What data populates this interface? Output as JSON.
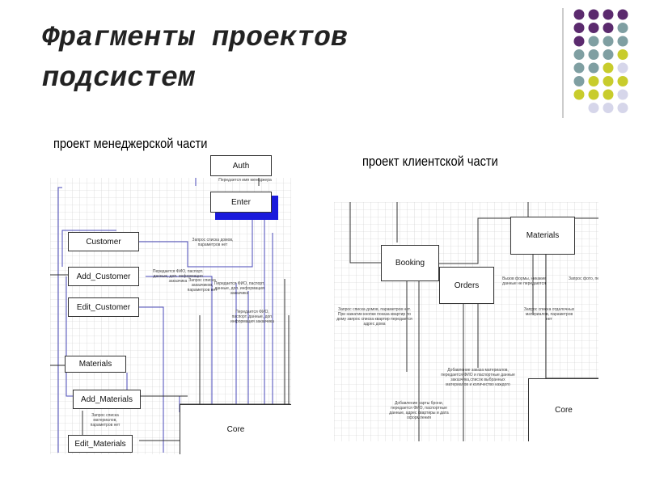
{
  "slide": {
    "title_line1": "Фрагменты проектов",
    "title_line2": "подсистем"
  },
  "colors": {
    "purple": "#5b2a6e",
    "teal": "#7f9fa2",
    "lime": "#c8cc2c",
    "lavender": "#d6d6ea",
    "accent_blue": "#1a1adc",
    "line_blue": "#4a4ab8"
  },
  "left_project": {
    "heading": "проект менеджерской части",
    "boxes": {
      "auth": "Auth",
      "enter": "Enter",
      "customer": "Customer",
      "add_customer": "Add_Customer",
      "edit_customer": "Edit_Customer",
      "materials": "Materials",
      "add_materials": "Add_Materials",
      "edit_materials": "Edit_Materials",
      "core": "Core"
    },
    "notes": {
      "n1": "Передается имя менеджера",
      "n2": "Запрос списка домов, параметров нет",
      "n3": "Передается ФИО, паспорт. данные, доп. информация заказчика",
      "n4": "Запрос списка заказчиков, параметров нет",
      "n5": "Передается ФИО, паспорт. данные, доп. информация заказчика",
      "n6": "Передается ФИО, паспорт. данные, доп. информация заказчика",
      "n7": "Запрос списка материалов, параметров нет"
    }
  },
  "right_project": {
    "heading": "проект клиентской части",
    "boxes": {
      "booking": "Booking",
      "orders": "Orders",
      "materials": "Materials",
      "core": "Core"
    },
    "notes": {
      "n1": "Вызов формы, никакие данные не передаются",
      "n2": "Запрос фото, передается",
      "n3": "Запрос списка домов, параметров нет. При нажатии кнопки показа квартир по дому запрос списка квартир передается адрес дома",
      "n4": "Запрос списка отделочных материалов, параметров нет",
      "n5": "Добавление заказа материалов, передается ФИО и паспортные данные заказчика,список выбранных материалов и количество каждого",
      "n6": "Добавление карты брони, передается ФИО, паспортные данные, адрес квартиры и дата оформления"
    }
  }
}
